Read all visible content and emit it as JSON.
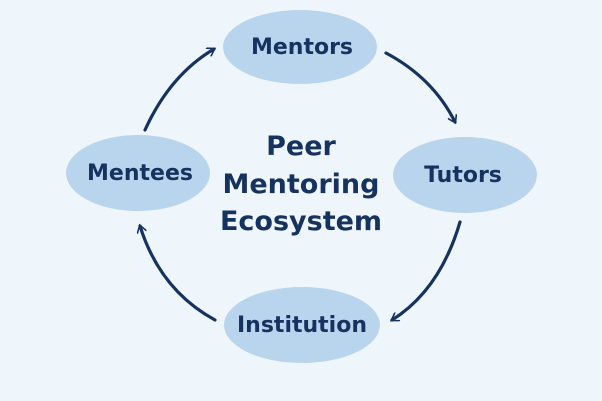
{
  "title": {
    "lines": [
      "Peer",
      "Mentoring",
      "Ecosystem"
    ]
  },
  "nodes": {
    "mentors": "Mentors",
    "tutors": "Tutors",
    "institution": "Institution",
    "mentees": "Mentees"
  },
  "colors": {
    "background": "#eef6fc",
    "node_fill": "#b9d4ed",
    "text": "#16325f"
  }
}
